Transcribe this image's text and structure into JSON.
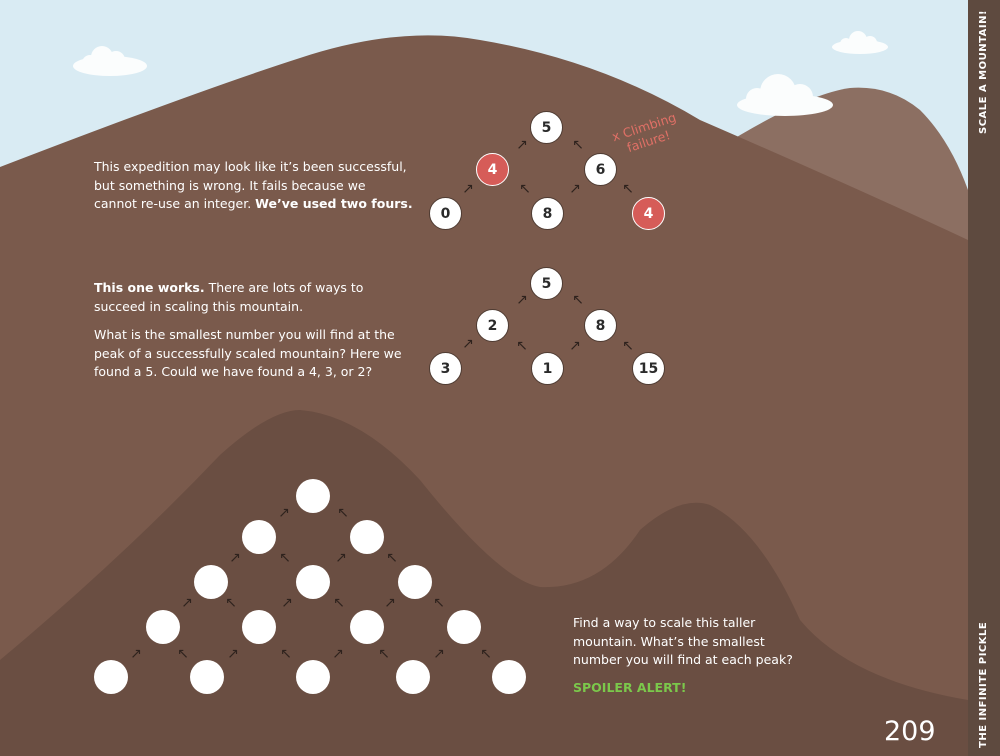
{
  "header": {
    "section_title": "SCALE A MOUNTAIN!",
    "book_title": "THE INFINITE PICKLE"
  },
  "page_number": "209",
  "colors": {
    "sky": "#d9ebf3",
    "mountain": "#7a5a4c",
    "mountain_dark": "#6a4e42",
    "fail": "#d65c58",
    "spoiler": "#7bc84b"
  },
  "section1": {
    "line1": "This expedition may look like it’s been successful,",
    "line2": "but something is wrong.  It fails because we",
    "line3_start": "cannot re-use an integer.  ",
    "line3_bold": "We’ve used two fours.",
    "fail_label_line1": "x Climbing",
    "fail_label_line2": "failure!",
    "nodes": [
      "5",
      "4",
      "6",
      "0",
      "8",
      "4"
    ]
  },
  "section2": {
    "p1_bold": "This one works.",
    "p1_rest": " There are lots of ways to",
    "p1_line2": "succeed in scaling this mountain.",
    "p2_line1": "What is the smallest number you will find at the",
    "p2_line2": "peak of a successfully scaled mountain? Here we",
    "p2_line3": "found a 5. Could we have found a 4, 3, or 2?",
    "nodes": [
      "5",
      "2",
      "8",
      "3",
      "1",
      "15"
    ]
  },
  "section3": {
    "line1": "Find a way to scale this taller",
    "line2": "mountain. What’s the smallest",
    "line3": "number you will find at each peak?",
    "spoiler": "SPOILER ALERT!"
  },
  "icons": {
    "arrow": "up-right-arrow",
    "arrow_alt": "up-left-arrow",
    "cloud": "cloud-icon"
  }
}
